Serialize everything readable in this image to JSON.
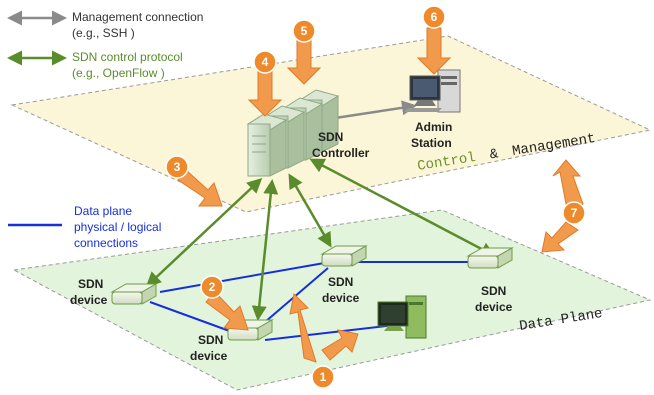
{
  "legend": {
    "mgmt_line1": "Management connection",
    "mgmt_line2": "(e.g., SSH )",
    "mgmt_color": "#8a8a8a",
    "sdn_line1": "SDN control protocol",
    "sdn_line2": "(e.g., OpenFlow )",
    "sdn_color": "#5a8c2c",
    "data_line1": "Data plane",
    "data_line2": "physical / logical",
    "data_line3": "connections",
    "data_color": "#1530d8"
  },
  "planes": {
    "control_part1": "Control",
    "control_amp": "&",
    "control_part2": "Management",
    "data": "Data Plane"
  },
  "nodes": {
    "controller_line1": "SDN",
    "controller_line2": "Controller",
    "admin_line1": "Admin",
    "admin_line2": "Station",
    "sdn_top_line1": "SDN",
    "sdn_top_line2": "device",
    "sdn_right_line1": "SDN",
    "sdn_right_line2": "device",
    "sdn_left_line1": "SDN",
    "sdn_left_line2": "device",
    "sdn_bottom_line1": "SDN",
    "sdn_bottom_line2": "device"
  },
  "badges": [
    "1",
    "2",
    "3",
    "4",
    "5",
    "6",
    "7"
  ],
  "colors": {
    "control_plane_fill": "#fbf6d8",
    "data_plane_fill": "#e2f4dc",
    "arrow_orange": "#f29a4c",
    "badge_orange": "#ef8a2c"
  }
}
